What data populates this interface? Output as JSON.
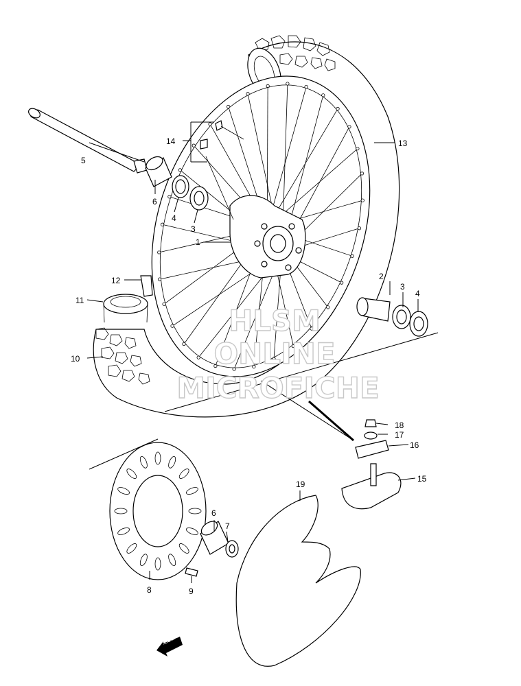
{
  "callouts": {
    "c1": "1",
    "c2a": "2",
    "c3a": "3",
    "c3b": "3",
    "c4a": "4",
    "c4b": "4",
    "c5": "5",
    "c6a": "6",
    "c6b": "6",
    "c7": "7",
    "c8": "8",
    "c9": "9",
    "c10": "10",
    "c11": "11",
    "c12": "12",
    "c13": "13",
    "c14": "14",
    "c15": "15",
    "c16": "16",
    "c17": "17",
    "c18": "18",
    "c19": "19"
  },
  "watermark": {
    "line1": "HLSM",
    "line2": "ONLINE",
    "line3": "MICROFICHE"
  },
  "fwd_label": "FWD"
}
